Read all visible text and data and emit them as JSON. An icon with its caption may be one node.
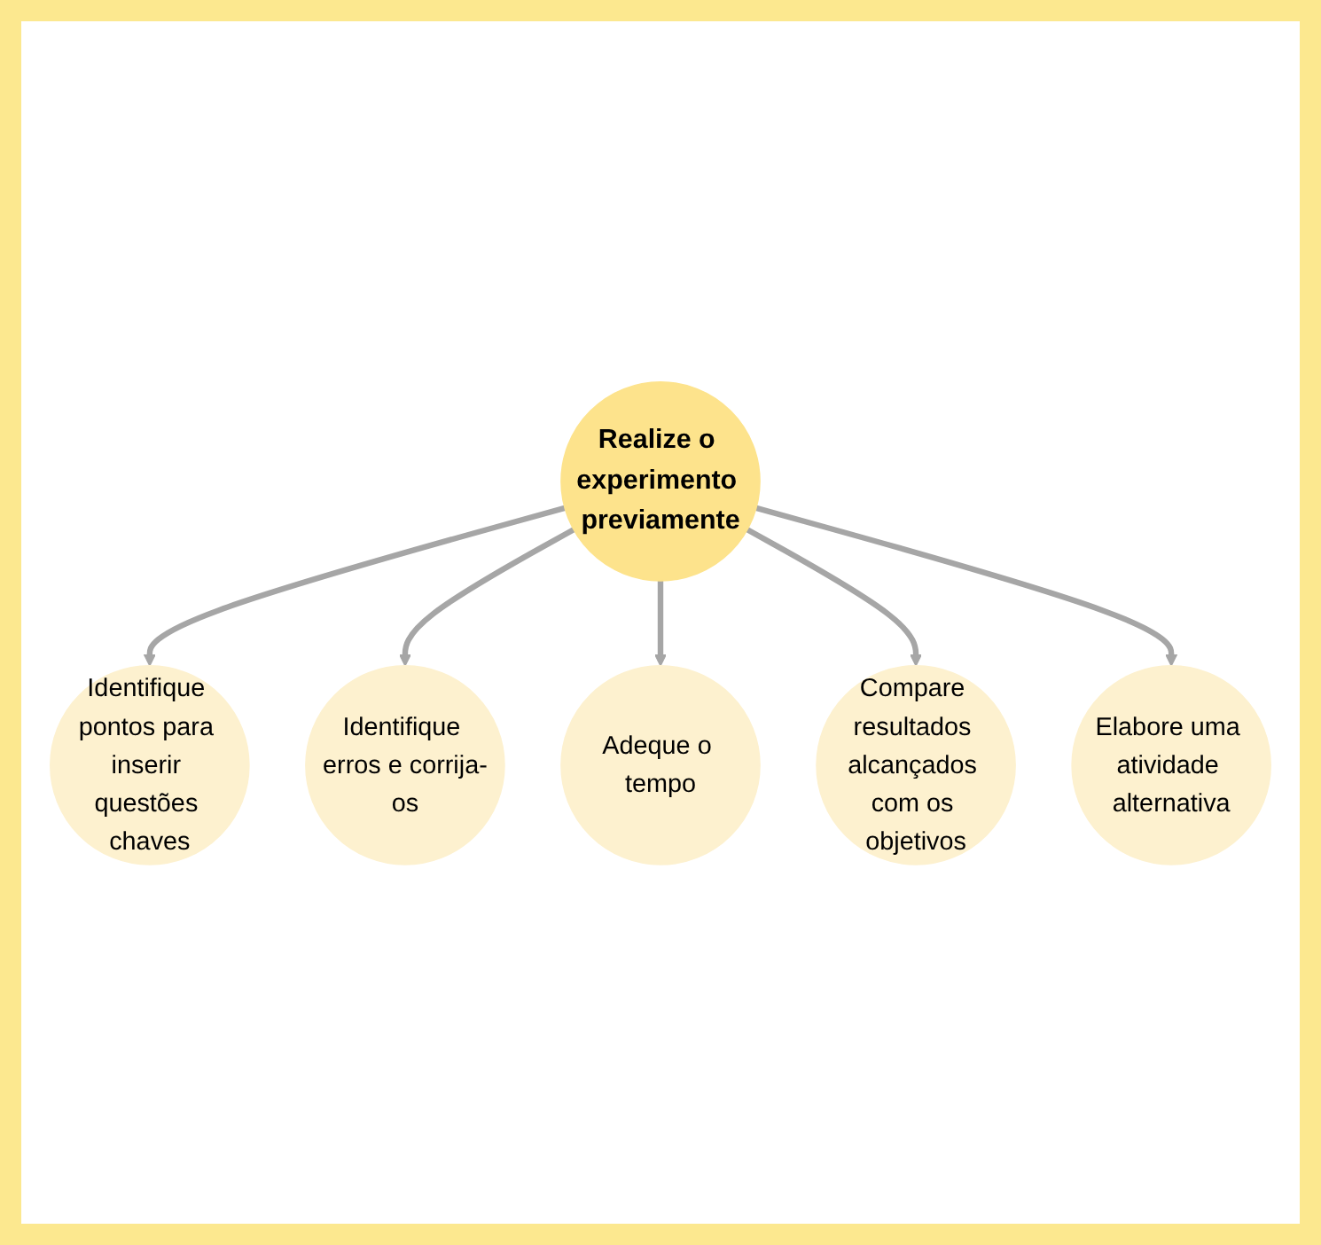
{
  "diagram": {
    "nodes": [
      {
        "text": [
          "Realize o experimento previamente"
        ]
      },
      {
        "text": [
          "Identifique pontos para inserir questões chaves"
        ]
      },
      {
        "text": [
          "Identifique erros e corrija-os"
        ]
      },
      {
        "text": [
          "Adeque o tempo"
        ]
      },
      {
        "text": [
          "Compare resultados alcançados com os objetivos"
        ]
      },
      {
        "text": [
          "Elabore uma atividade alternativa"
        ]
      }
    ],
    "edges": [
      {
        "from": 0,
        "to": 1,
        "arrow": "to"
      },
      {
        "from": 0,
        "to": 2,
        "arrow": "to"
      },
      {
        "from": 0,
        "to": 3,
        "arrow": "to"
      },
      {
        "from": 0,
        "to": 4,
        "arrow": "to"
      },
      {
        "from": 0,
        "to": 5,
        "arrow": "to"
      }
    ]
  }
}
